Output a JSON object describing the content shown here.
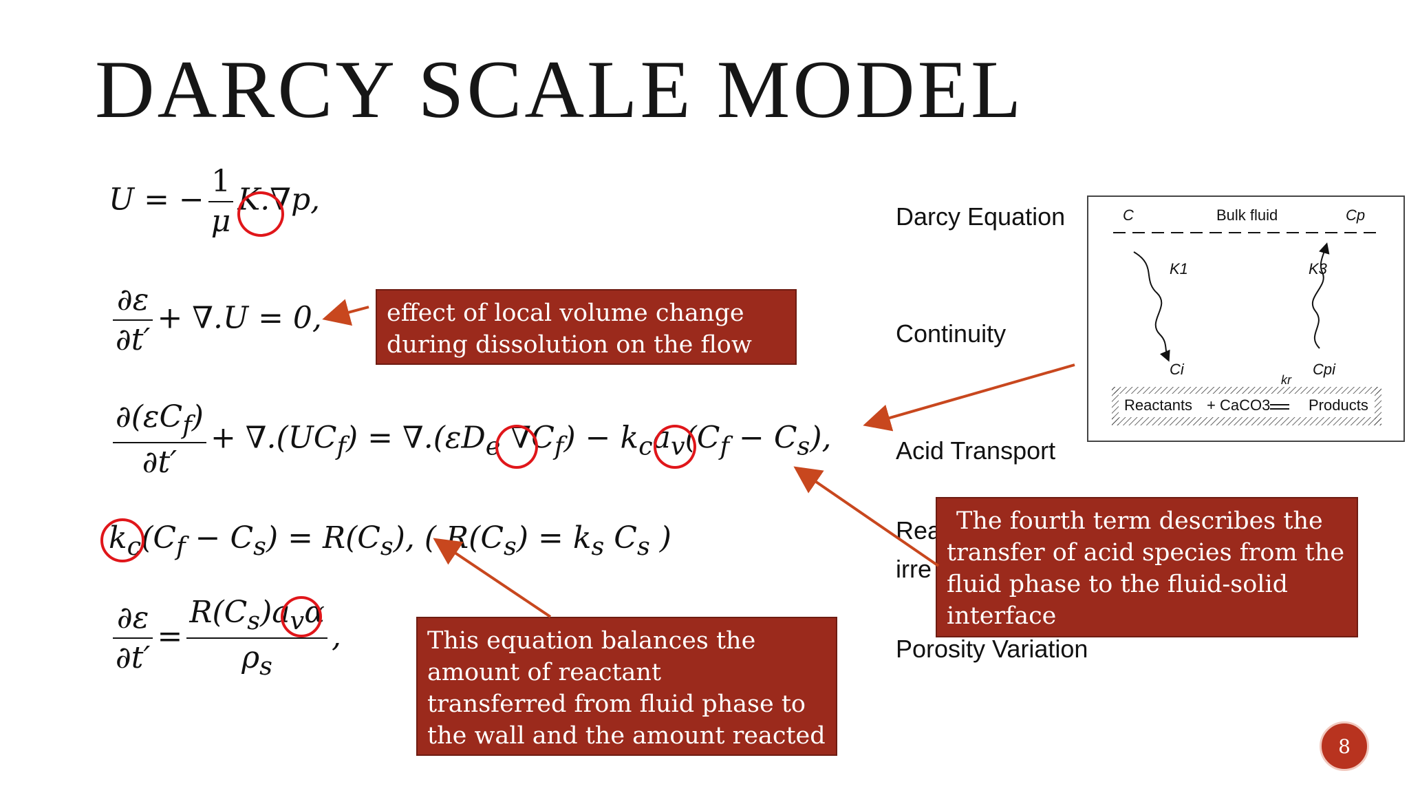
{
  "slide": {
    "title": "DARCY SCALE MODEL",
    "page_number": "8"
  },
  "labels": {
    "darcy": "Darcy Equation",
    "continuity": "Continuity",
    "acid_transport": "Acid Transport",
    "reaction_partial_1": "Rea",
    "reaction_partial_2": "irre",
    "porosity": "Porosity Variation"
  },
  "callouts": {
    "local_volume": [
      "effect of local volume change",
      "during dissolution on the flow"
    ],
    "fourth_term": [
      "The fourth term describes the",
      "transfer of acid species from the",
      "fluid phase to the fluid-solid",
      "interface"
    ],
    "balance": [
      "This equation  balances  the",
      "amount  of  reactant",
      "transferred  from fluid phase to",
      "the wall and the amount reacted"
    ]
  },
  "figure": {
    "c_label": "C",
    "bulk_fluid": "Bulk fluid",
    "cp_label": "Cp",
    "k1_label": "K1",
    "k3_label": "K3",
    "ci_label": "Ci",
    "kr_label": "kr",
    "cpi_label": "Cpi",
    "reactants": "Reactants",
    "caco3": "+ CaCO3",
    "products": "Products"
  }
}
